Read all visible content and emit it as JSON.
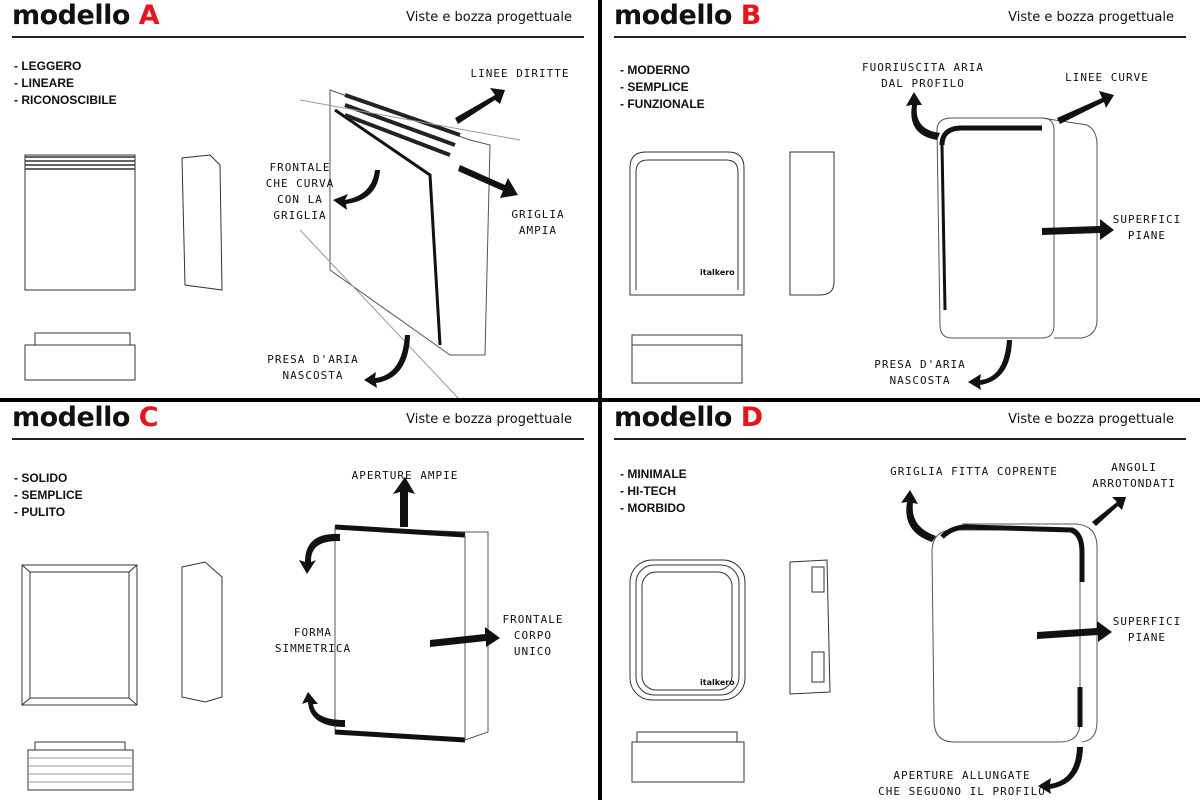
{
  "subtitle": "Viste e bozza progettuale",
  "models": [
    {
      "title": "modello",
      "letter": "A",
      "bullets": [
        "- LEGGERO",
        "- LINEARE",
        "- RICONOSCIBILE"
      ],
      "labels": [
        "LINEE DIRITTE",
        "FRONTALE\nCHE CURVA\nCON LA\nGRIGLIA",
        "GRIGLIA\nAMPIA",
        "PRESA D'ARIA\nNASCOSTA"
      ]
    },
    {
      "title": "modello",
      "letter": "B",
      "bullets": [
        "- MODERNO",
        "- SEMPLICE",
        "- FUNZIONALE"
      ],
      "labels": [
        "FUORIUSCITA ARIA\nDAL PROFILO",
        "LINEE CURVE",
        "SUPERFICI\nPIANE",
        "PRESA D'ARIA\nNASCOSTA"
      ],
      "brand": "italkero"
    },
    {
      "title": "modello",
      "letter": "C",
      "bullets": [
        "- SOLIDO",
        "- SEMPLICE",
        "- PULITO"
      ],
      "labels": [
        "APERTURE AMPIE",
        "FORMA\nSIMMETRICA",
        "FRONTALE\nCORPO\nUNICO"
      ]
    },
    {
      "title": "modello",
      "letter": "D",
      "bullets": [
        "- MINIMALE",
        "- HI-TECH",
        "- MORBIDO"
      ],
      "labels": [
        "GRIGLIA FITTA COPRENTE",
        "ANGOLI\nARROTONDATI",
        "SUPERFICI\nPIANE",
        "APERTURE ALLUNGATE\nCHE SEGUONO IL PROFILO"
      ],
      "brand": "italkero"
    }
  ]
}
